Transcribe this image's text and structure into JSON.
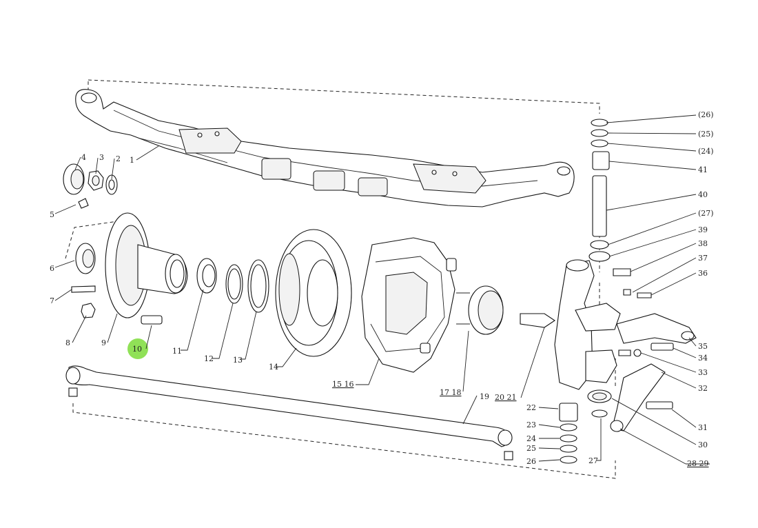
{
  "colors": {
    "line": "#222222",
    "highlight": "#7ddc3a",
    "background": "#ffffff"
  },
  "labels": {
    "l1": "1",
    "l2": "2",
    "l3": "3",
    "l4": "4",
    "l5": "5",
    "l6": "6",
    "l7": "7",
    "l8": "8",
    "l9": "9",
    "l10": "10",
    "l11": "11",
    "l12": "12",
    "l13": "13",
    "l14": "14",
    "l15_16": "15 16",
    "l17_18": "17 18",
    "l19": "19",
    "l20_21": "20 21",
    "l22": "22",
    "l23": "23",
    "l24": "24",
    "l25": "25",
    "l26": "26",
    "l27": "27",
    "l28_29": "28 29",
    "l30": "30",
    "l31": "31",
    "l32": "32",
    "l33": "33",
    "l34": "34",
    "l35": "35",
    "l36": "36",
    "l37": "37",
    "l38": "38",
    "l39": "39",
    "l40": "40",
    "l41": "41",
    "p24": "(24)",
    "p25": "(25)",
    "p26": "(26)",
    "p27": "(27)"
  },
  "highlighted_callout": "10"
}
